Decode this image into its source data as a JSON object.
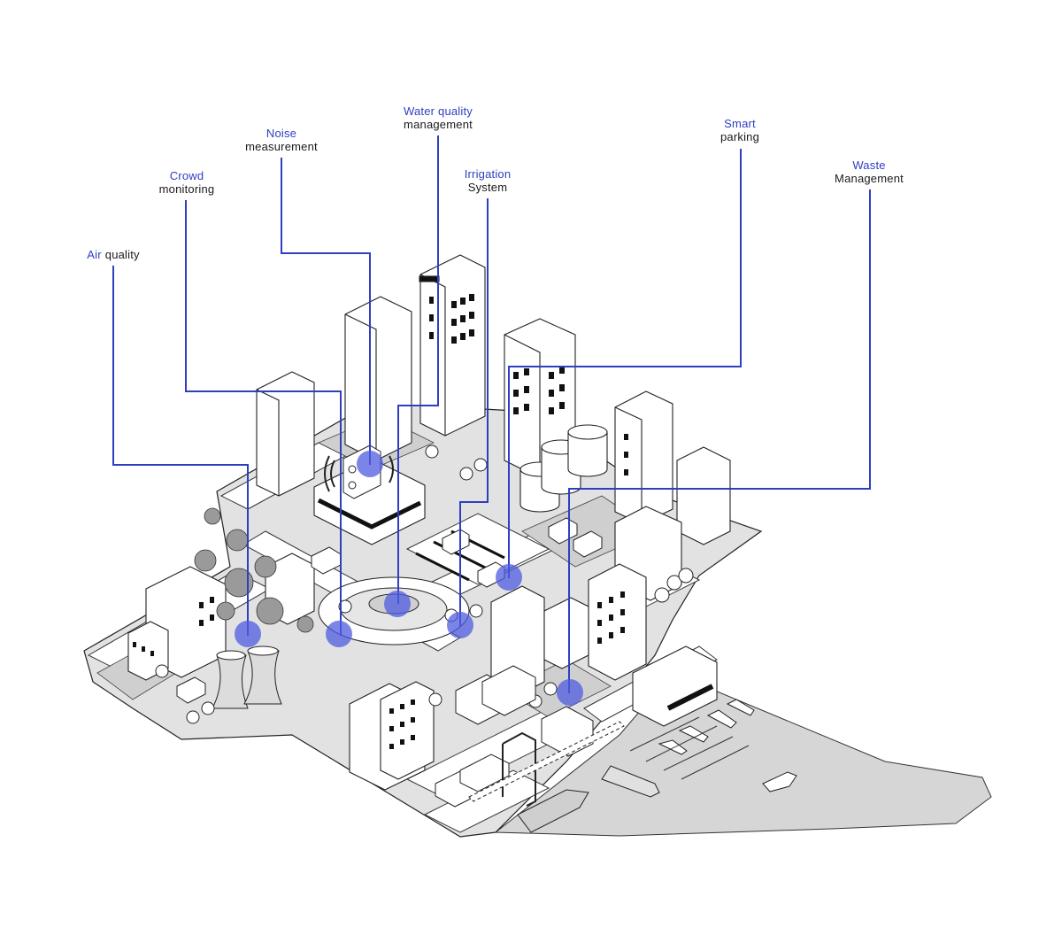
{
  "colors": {
    "accent": "#2f3fc0",
    "marker": "#5a66e0",
    "ground": "#d9d9d9",
    "road": "#ffffff",
    "water": "#d4d4d4",
    "ink": "#1a1a1a",
    "smoke": "#9a9a9a"
  },
  "labels": {
    "air_quality": {
      "highlight": "Air",
      "text": "quality"
    },
    "crowd_monitoring": {
      "highlight": "Crowd",
      "text": "monitoring"
    },
    "noise_measurement": {
      "highlight": "Noise",
      "text": "measurement"
    },
    "water_quality_management": {
      "highlight": "Water quality",
      "text": "management"
    },
    "irrigation_system": {
      "highlight": "Irrigation",
      "text": "System"
    },
    "smart_parking": {
      "highlight": "Smart",
      "text": "parking"
    },
    "waste_management": {
      "highlight": "Waste",
      "text": "Management"
    }
  }
}
